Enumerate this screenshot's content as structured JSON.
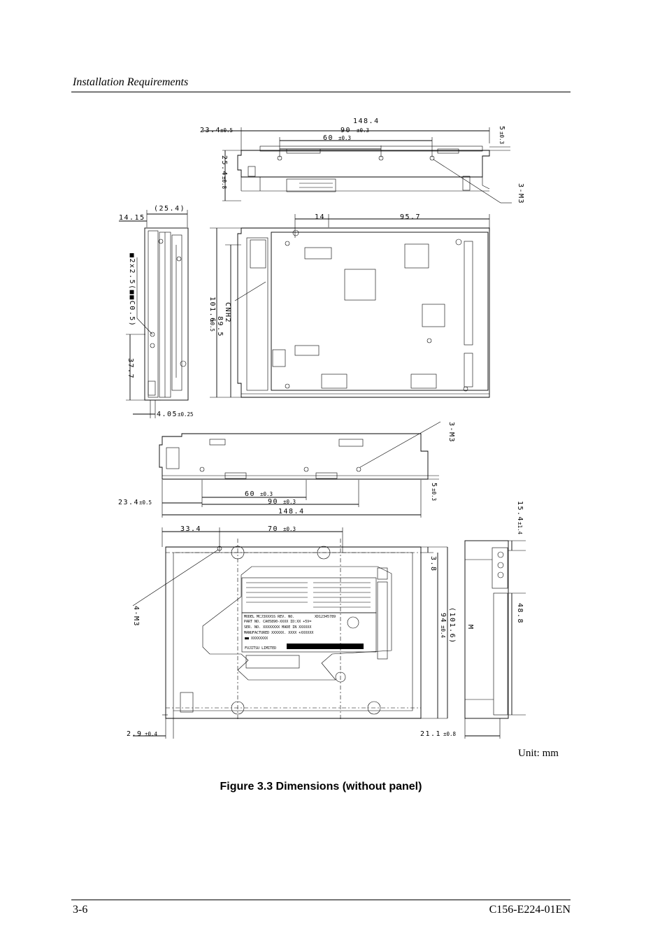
{
  "header": {
    "title": "Installation Requirements"
  },
  "footer": {
    "page": "3-6",
    "doc_id": "C156-E224-01EN"
  },
  "figure": {
    "caption": "Figure 3.3  Dimensions (without panel)",
    "unit": "Unit:  mm",
    "dims": {
      "d148_4": "148.4",
      "d90": "90",
      "d60": "60",
      "tol_0_3": "±0.3",
      "d23_4": "23.4",
      "tol_0_5": "±0.5",
      "d5": "5",
      "d25_4": "25.4",
      "tol_0_8": "±0.8",
      "d3_m3": "3-M3",
      "d4_m3": "4-M3",
      "d14_15": "14.15",
      "d25_4p": "(25.4)",
      "d14": "14",
      "d95_7": "95.7",
      "d101_6": "101.6",
      "d89_5": "89.5",
      "cnh2": "CNH2",
      "chamfer": "■2x2.5(■■C0.5)",
      "d37_7": "37.7",
      "d4_05": "4.05",
      "tol_0_25": "±0.25",
      "d33_4": "33.4",
      "d70": "70",
      "d3_8": "3.8",
      "d101_6p": "(101.6)",
      "d94": "94",
      "tol_0_4": "±0.4",
      "d15_4": "15.4",
      "tol_1_4": "±1.4",
      "d48_8": "48.8",
      "m": "M",
      "d2_9": "2.9",
      "d21_1": "21.1"
    },
    "label": {
      "model": "MODEL  MCJ3XXXSS  REV.  NO.",
      "serial_ex": "XD12345789",
      "part": "PART  NO.  CA05890-XXXX  ID:XX   +5V=",
      "ser": "SER.   NO.  XXXXXXXX     MADE  IN  XXXXXX",
      "manufactured": "MANUFACTURED  XXXXXX.  XXXX  +XXXXXX",
      "box": "■■  XXXXXXXX",
      "maker": "FUJITSU  LIMITED"
    }
  }
}
